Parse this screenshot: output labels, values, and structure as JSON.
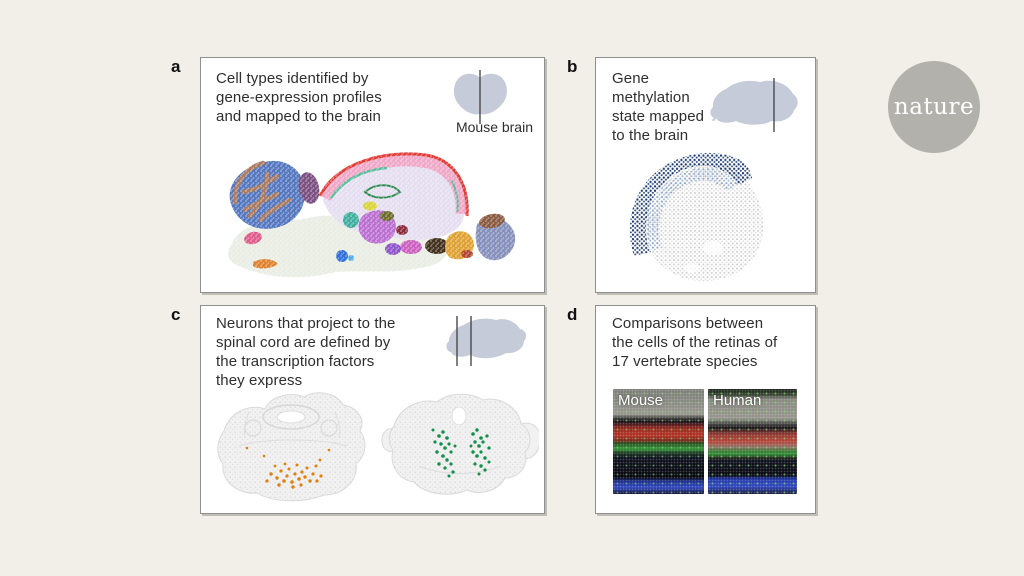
{
  "palette": {
    "background": "#f1efe8",
    "panel_background": "#ffffff",
    "panel_border": "#8f8f8f",
    "brain_icon_fill": "#c6cbd9",
    "logo_circle": "#b2b1ab",
    "methylation_navy": "#1d3a70",
    "methylation_light_blue": "#8ba7cd",
    "scatter_gray": "#cdcdcd",
    "neuron_dots_orange": "#e0810f",
    "neuron_dots_green": "#12904a",
    "cortex_pink": "#f0a8c8",
    "cortex_red_rim": "#e23b34",
    "retina_red": "#b43526",
    "retina_green": "#35953a",
    "retina_blue": "#3149be"
  },
  "logo": {
    "label": "nature"
  },
  "panels": {
    "a": {
      "label": "a",
      "caption": "Cell types identified by\ngene-expression profiles\nand mapped to the brain",
      "icon_caption": "Mouse brain"
    },
    "b": {
      "label": "b",
      "caption": "Gene\nmethylation\nstate mapped\nto the brain"
    },
    "c": {
      "label": "c",
      "caption": "Neurons that project to the\nspinal cord are defined by\nthe transcription factors\nthey express"
    },
    "d": {
      "label": "d",
      "caption": "Comparisons between\nthe cells of the retinas of\n17 vertebrate species",
      "retina_labels": [
        "Mouse",
        "Human"
      ]
    }
  }
}
